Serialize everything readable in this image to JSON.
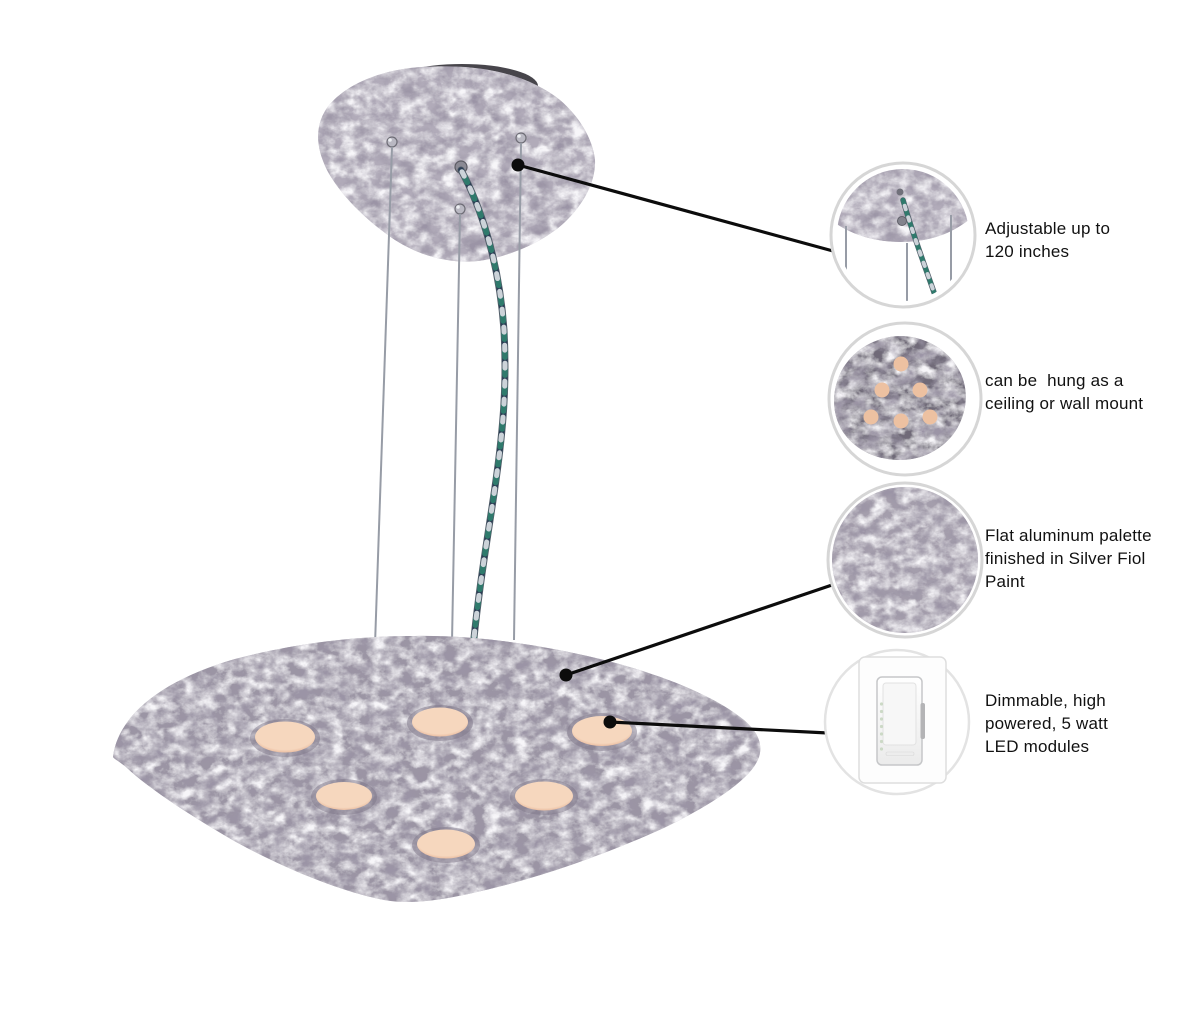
{
  "callouts": [
    {
      "name": "adjustable-height",
      "lines": [
        "Adjustable up to",
        "120 inches"
      ]
    },
    {
      "name": "mounting-options",
      "lines": [
        "can be  hung as a",
        "ceiling or wall mount"
      ]
    },
    {
      "name": "finish",
      "lines": [
        "Flat aluminum palette",
        "finished in Silver Fiol",
        "Paint"
      ]
    },
    {
      "name": "led-modules",
      "lines": [
        "Dimmable, high",
        "powered, 5 watt",
        "LED modules"
      ]
    }
  ],
  "colors": {
    "background": "#ffffff",
    "text": "#111111",
    "callout_line": "#0c0c0c",
    "ring": "#d6d6d6",
    "ring_faint": "#e3e3e3",
    "foil_canopy": "#b1abb9",
    "foil_disc": "#9b95a4",
    "foil_detail": "#a49eac",
    "foil_dark": "#6f6a78",
    "led_center": "#f6d7be",
    "led_edge": "#e3ac8d",
    "led_dot": "#edc1a1",
    "cable": "#979ca6",
    "cord_base": "#535f6a",
    "cord_teal": "#2f7a6c",
    "cord_light": "#ccd3d9",
    "cord_navy": "#2c3e55",
    "mount_dark": "#47454b",
    "dimmer_plate": "#fdfdfd",
    "dimmer_border": "#dcdcdc"
  }
}
